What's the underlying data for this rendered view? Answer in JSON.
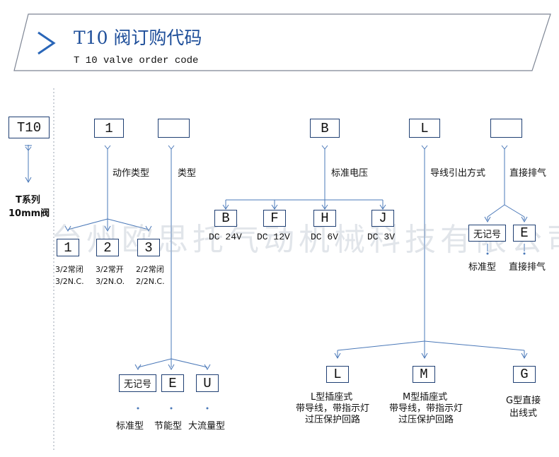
{
  "header": {
    "title": "T10 阀订购代码",
    "subtitle": "T 10 valve order code",
    "chevron": "chevron-right-icon"
  },
  "watermark": "台州欧思托气动机械科技有限公司",
  "model": {
    "code": "T10",
    "desc_line1": "T系列",
    "desc_line2": "10mm阀"
  },
  "action": {
    "code": "1",
    "label": "动作类型",
    "options": [
      {
        "code": "1",
        "desc_line1": "3/2常闭",
        "desc_line2": "3/2N.C."
      },
      {
        "code": "2",
        "desc_line1": "3/2常开",
        "desc_line2": "3/2N.O."
      },
      {
        "code": "3",
        "desc_line1": "2/2常闭",
        "desc_line2": "2/2N.C."
      }
    ]
  },
  "type": {
    "code": "",
    "label": "类型",
    "options": [
      {
        "code": "无记号",
        "desc": "标准型"
      },
      {
        "code": "E",
        "desc": "节能型"
      },
      {
        "code": "U",
        "desc": "大流量型"
      }
    ]
  },
  "voltage": {
    "code": "B",
    "label": "标准电压",
    "options": [
      {
        "code": "B",
        "desc": "DC 24V"
      },
      {
        "code": "F",
        "desc": "DC 12V"
      },
      {
        "code": "H",
        "desc": "DC 6V"
      },
      {
        "code": "J",
        "desc": "DC 3V"
      }
    ]
  },
  "wire": {
    "code": "L",
    "label": "导线引出方式",
    "options": [
      {
        "code": "L",
        "desc_line1": "L型插座式",
        "desc_line2": "带导线，带指示灯",
        "desc_line3": "过压保护回路"
      },
      {
        "code": "M",
        "desc_line1": "M型插座式",
        "desc_line2": "带导线，带指示灯",
        "desc_line3": "过压保护回路"
      },
      {
        "code": "G",
        "desc_line1": "G型直接",
        "desc_line2": "出线式"
      }
    ]
  },
  "exhaust": {
    "code": "",
    "label": "直接排气",
    "options": [
      {
        "code": "无记号",
        "desc": "标准型"
      },
      {
        "code": "E",
        "desc": "直接排气"
      }
    ]
  },
  "colors": {
    "line": "#4a78b8",
    "box_border": "#1f3f73",
    "header_text": "#1f4f9a"
  }
}
